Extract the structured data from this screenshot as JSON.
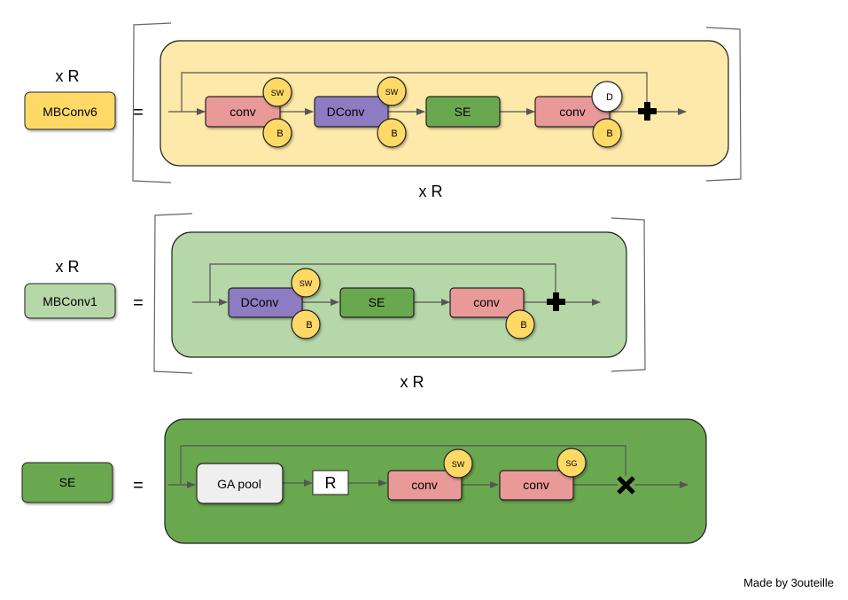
{
  "colors": {
    "yellow": "#fde9a9",
    "green_light": "#b6d7a8",
    "green": "#6aa84f",
    "conv": "#ea9999",
    "dconv": "#8e7cc3",
    "badge": "#ffd966",
    "label_yellow": "#ffd966",
    "label_green": "#b6d7a8"
  },
  "mbconv6": {
    "label": "MBConv6",
    "repeat_top": "x R",
    "repeat_bottom": "x R",
    "equals": "=",
    "blocks": {
      "conv1": "conv",
      "dconv": "DConv",
      "se": "SE",
      "conv2": "conv"
    },
    "badges": {
      "conv1_top": "SW",
      "conv1_bottom": "B",
      "dconv_top": "SW",
      "dconv_bottom": "B",
      "conv2_top": "D",
      "conv2_bottom": "B"
    },
    "icons": {
      "merge": "plus-icon"
    }
  },
  "mbconv1": {
    "label": "MBConv1",
    "repeat_top": "x R",
    "repeat_bottom": "x R",
    "equals": "=",
    "blocks": {
      "dconv": "DConv",
      "se": "SE",
      "conv": "conv"
    },
    "badges": {
      "dconv_top": "SW",
      "dconv_bottom": "B",
      "conv_bottom": "B"
    },
    "icons": {
      "merge": "plus-icon"
    }
  },
  "se": {
    "label": "SE",
    "equals": "=",
    "blocks": {
      "pool": "GA pool",
      "r": "R",
      "conv1": "conv",
      "conv2": "conv"
    },
    "badges": {
      "conv1_top": "SW",
      "conv2_top": "SG"
    },
    "icons": {
      "merge": "multiply-icon"
    }
  },
  "credit": "Made by 3outeille"
}
